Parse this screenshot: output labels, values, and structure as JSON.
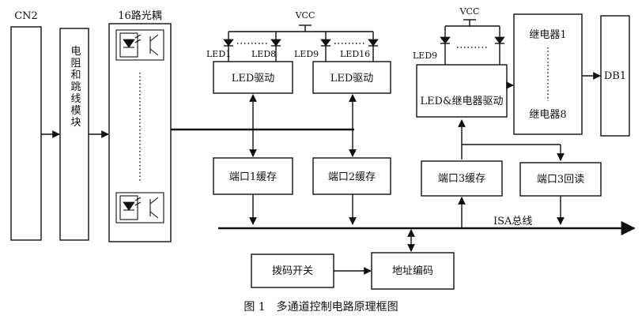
{
  "blocks": {
    "cn2": "CN2",
    "jumper": "电阻和跳线模块",
    "optocoupler": "16路光耦",
    "led_drive_1": "LED驱动",
    "led_drive_2": "LED驱动",
    "led_relay_drive": "LED&继电器驱动",
    "relays": {
      "first": "继电器1",
      "last": "继电器8"
    },
    "db1": "DB1",
    "port1": "端口1缓存",
    "port2": "端口2缓存",
    "port3": "端口3缓存",
    "port3_readback": "端口3回读",
    "dip_switch": "拨码开关",
    "address_decode": "地址编码"
  },
  "labels": {
    "vcc_1": "VCC",
    "vcc_2": "VCC",
    "led1": "LED1",
    "led8": "LED8",
    "led9_a": "LED9",
    "led16": "LED16",
    "led9_b": "LED9",
    "isa_bus": "ISA总线",
    "dots": "……"
  },
  "caption": "图 1　多通道控制电路原理框图"
}
